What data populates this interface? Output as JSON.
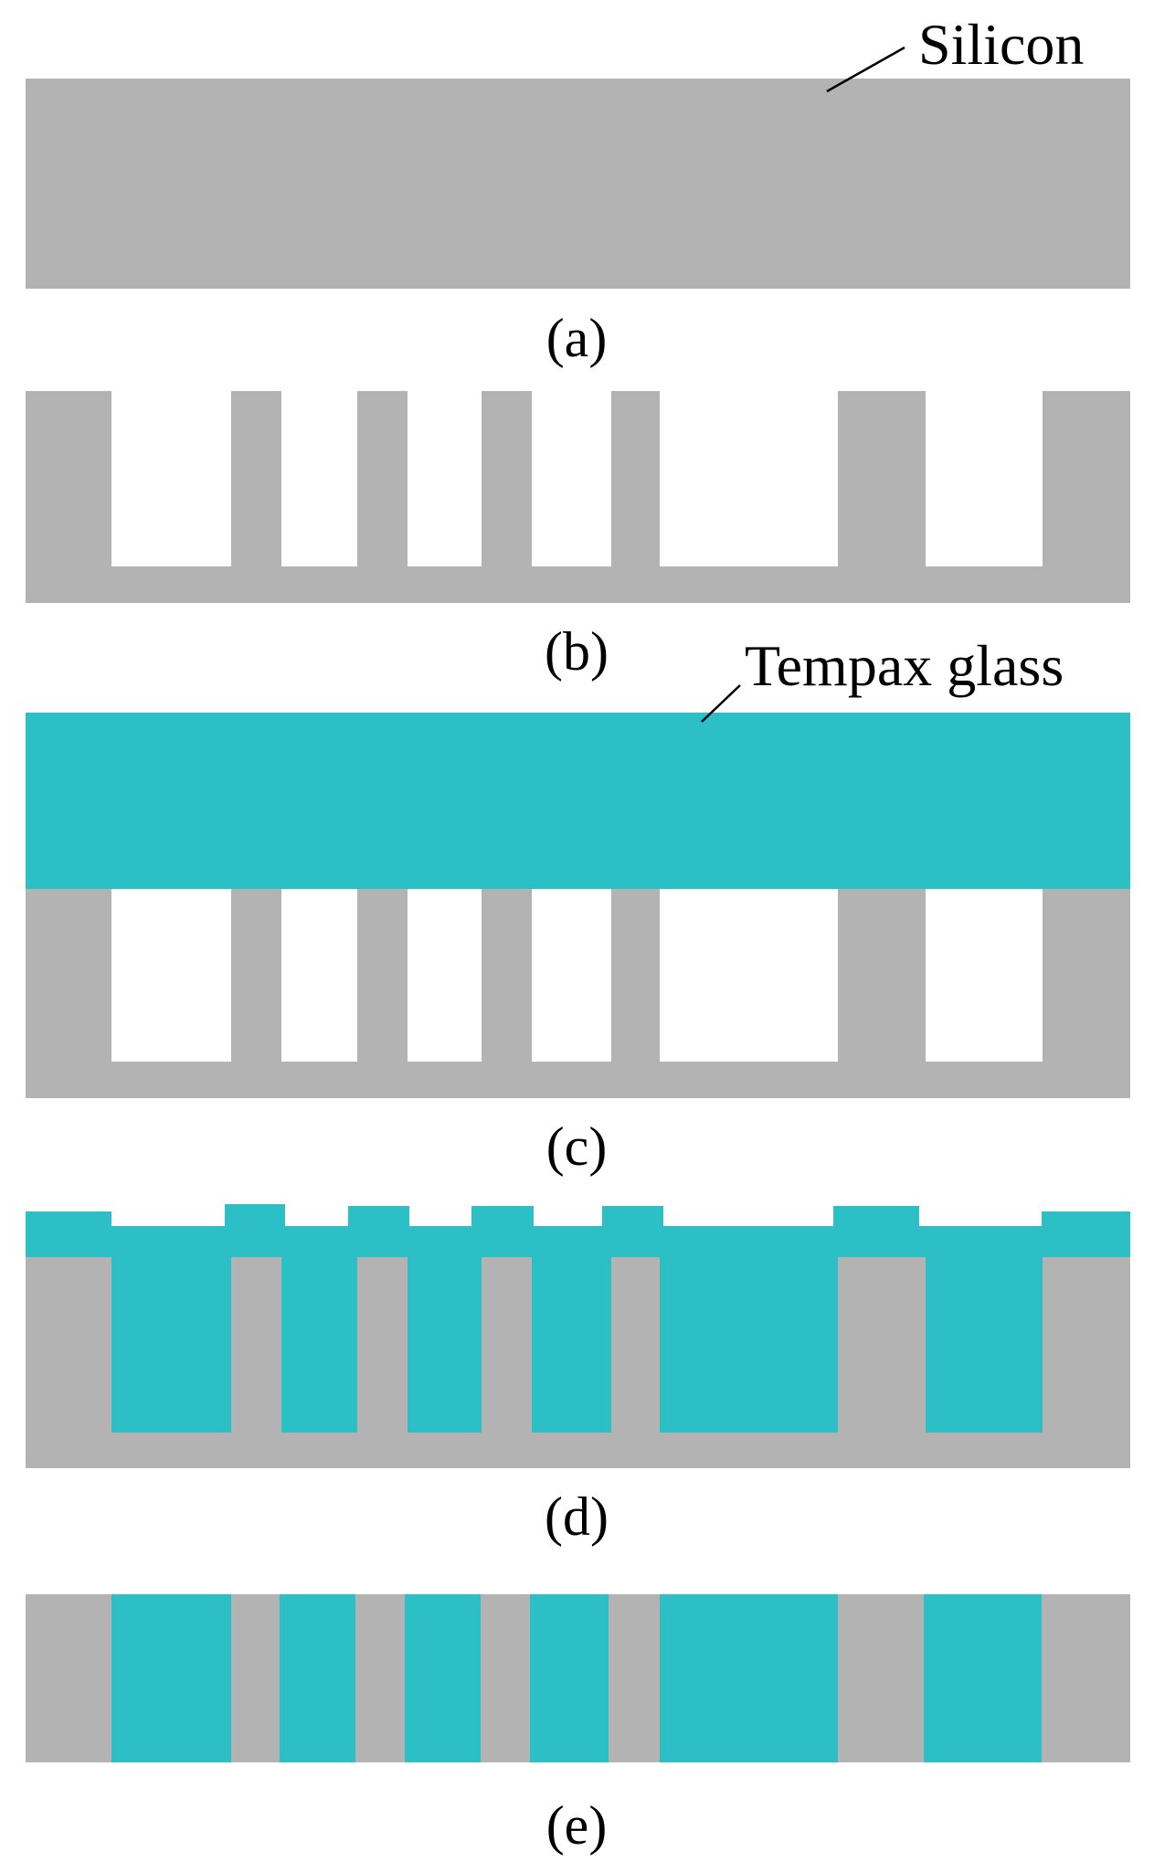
{
  "materials": {
    "silicon": {
      "label": "Silicon",
      "color": "#b3b3b3"
    },
    "glass": {
      "label": "Tempax glass",
      "color": "#2cc0c6"
    }
  },
  "steps": [
    {
      "id": "a",
      "label": "(a)"
    },
    {
      "id": "b",
      "label": "(b)"
    },
    {
      "id": "c",
      "label": "(c)"
    },
    {
      "id": "d",
      "label": "(d)"
    },
    {
      "id": "e",
      "label": "(e)"
    }
  ]
}
